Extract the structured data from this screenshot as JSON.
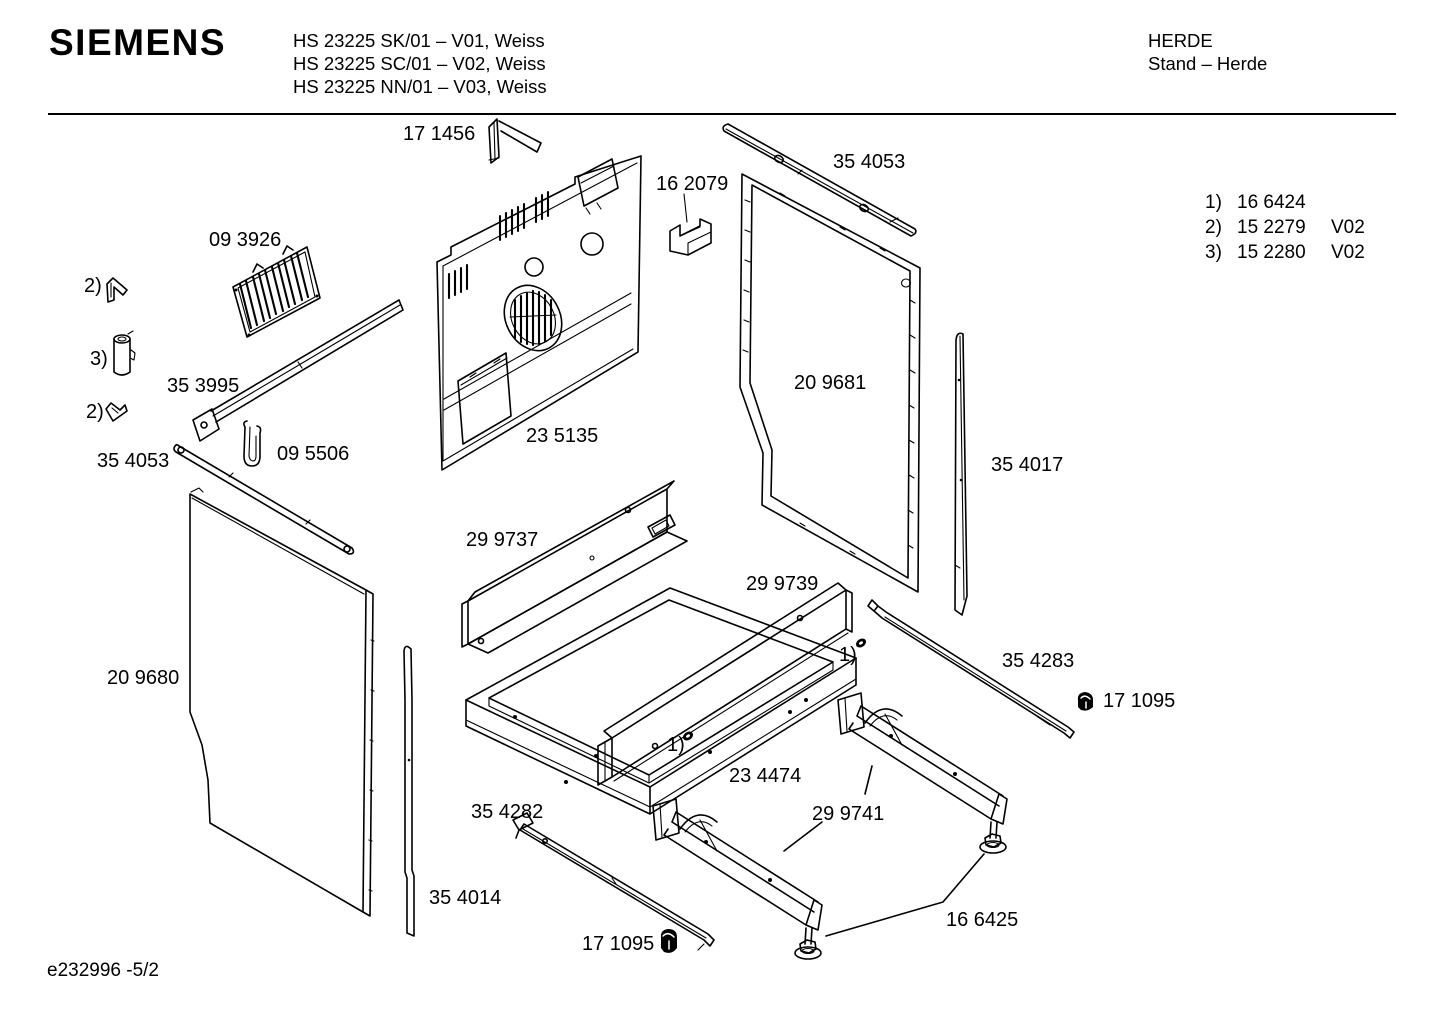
{
  "header": {
    "brand": "SIEMENS",
    "model_lines": [
      "HS 23225 SK/01 – V01, Weiss",
      "HS 23225 SC/01 – V02, Weiss",
      "HS 23225 NN/01 – V03, Weiss"
    ],
    "category": "HERDE",
    "category_sub": "Stand – Herde"
  },
  "legend": {
    "rows": [
      {
        "ref": "1)",
        "part": "16 6424",
        "variant": ""
      },
      {
        "ref": "2)",
        "part": "15 2279",
        "variant": "V02"
      },
      {
        "ref": "3)",
        "part": "15 2280",
        "variant": "V02"
      }
    ]
  },
  "diagram": {
    "labels": {
      "bracket_17_1456": "17 1456",
      "duct_16_2079": "16 2079",
      "rail_top_35_4053": "35 4053",
      "grille_09_3926": "09 3926",
      "ref_2a": "2)",
      "ref_3": "3)",
      "ref_2b": "2)",
      "rail_35_3995": "35 3995",
      "rail_left_35_4053": "35 4053",
      "hook_09_5506": "09 5506",
      "back_panel_23_5135": "23 5135",
      "frame_20_9681": "20 9681",
      "strip_35_4017": "35 4017",
      "channel_29_9737": "29 9737",
      "channel_29_9739": "29 9739",
      "ref_1a": "1)",
      "rail_35_4283": "35 4283",
      "clip_17_1095_right": "17 1095",
      "ref_1b": "1)",
      "base_23_4474": "23 4474",
      "panel_20_9680": "20 9680",
      "rail_35_4282": "35 4282",
      "rail_29_9741": "29 9741",
      "strip_35_4014": "35 4014",
      "clip_17_1095_bottom": "17 1095",
      "foot_16_6425": "16 6425"
    }
  },
  "footer": {
    "doc_number": "e232996 -5/2"
  },
  "colors": {
    "line": "#000000",
    "background": "#ffffff"
  }
}
